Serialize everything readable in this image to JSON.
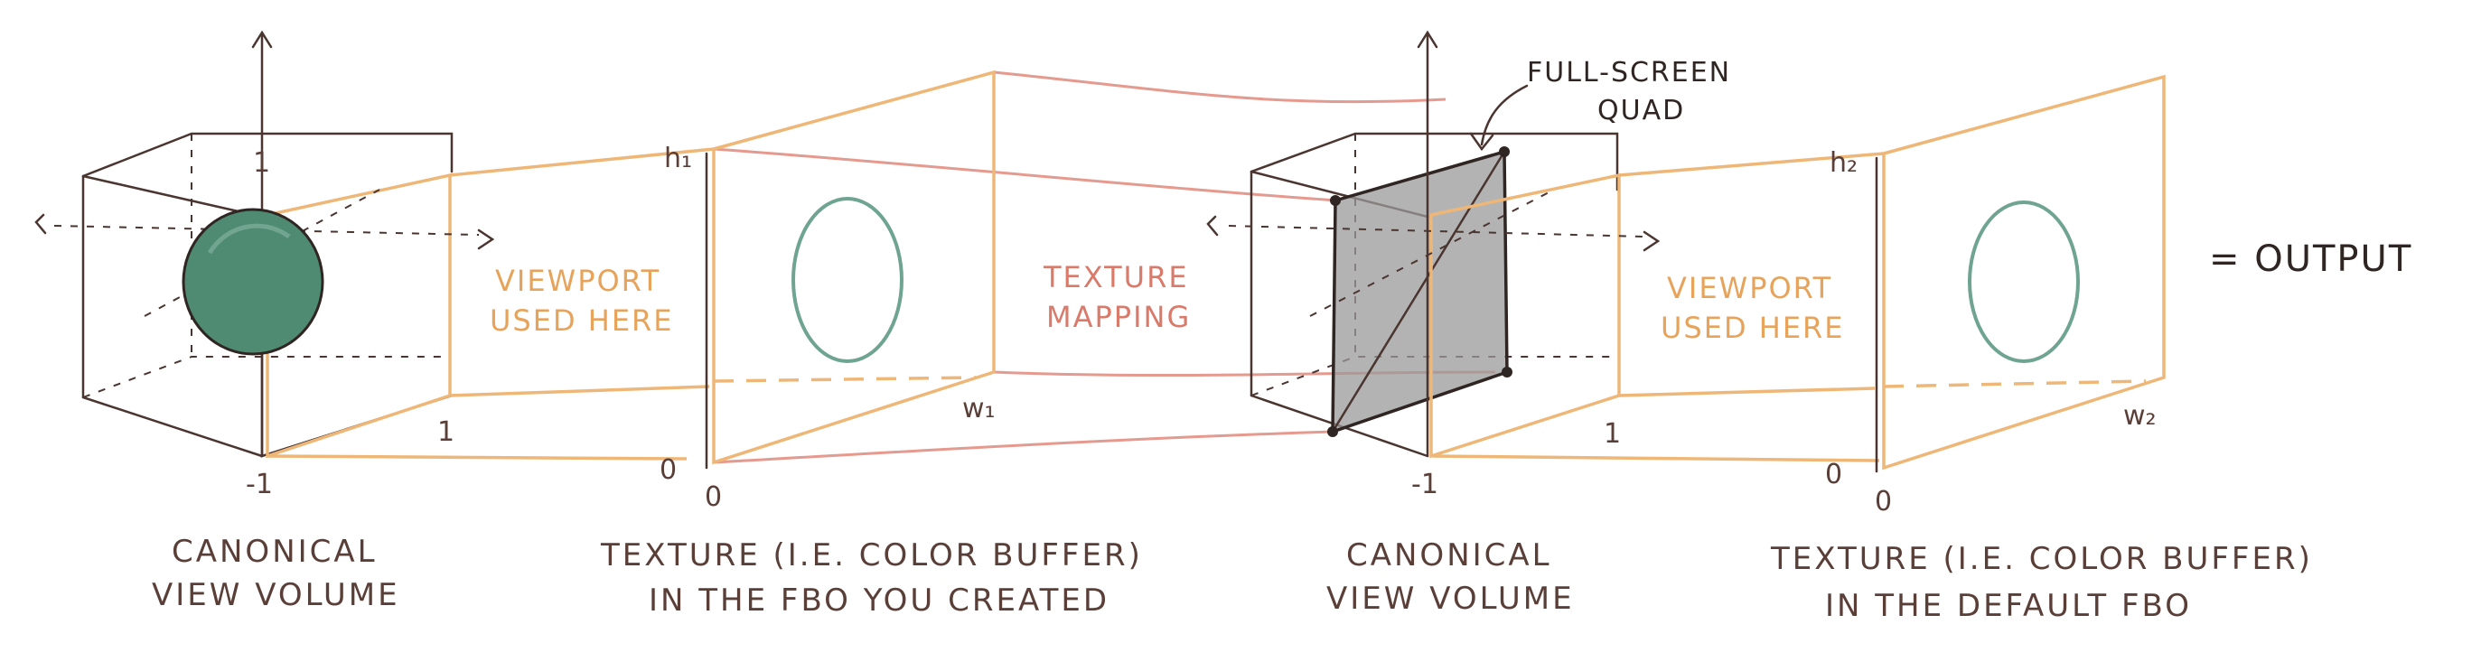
{
  "labels": {
    "canonical_1_line1": "CANONICAL",
    "canonical_1_line2": "VIEW VOLUME",
    "texture_1_line1": "TEXTURE (I.E. COLOR BUFFER)",
    "texture_1_line2": "IN THE FBO YOU CREATED",
    "canonical_2_line1": "CANONICAL",
    "canonical_2_line2": "VIEW VOLUME",
    "texture_2_line1": "TEXTURE (I.E. COLOR BUFFER)",
    "texture_2_line2": "IN THE DEFAULT FBO",
    "viewport_1_line1": "VIEWPORT",
    "viewport_1_line2": "USED HERE",
    "viewport_2_line1": "VIEWPORT",
    "viewport_2_line2": "USED HERE",
    "texture_mapping_line1": "TEXTURE",
    "texture_mapping_line2": "MAPPING",
    "fsq_line1": "FULL-SCREEN",
    "fsq_line2": "QUAD",
    "output": "= OUTPUT"
  },
  "ticks": {
    "cube1_neg": "-1",
    "cube1_pos": "1",
    "cube1_top": "1",
    "tex1_h": "h₁",
    "tex1_w": "w₁",
    "tex1_zero_y": "0",
    "tex1_zero_x": "0",
    "cube2_neg": "-1",
    "cube2_pos": "1",
    "tex2_h": "h₂",
    "tex2_w": "w₂",
    "tex2_zero_y": "0",
    "tex2_zero_x": "0"
  },
  "colors": {
    "ink": "#4a3530",
    "orange": "#e8a35a",
    "pink": "#d97a6a",
    "sphere": "#4f8a72",
    "quad": "#9a9a9a",
    "circle": "#6fa392"
  }
}
